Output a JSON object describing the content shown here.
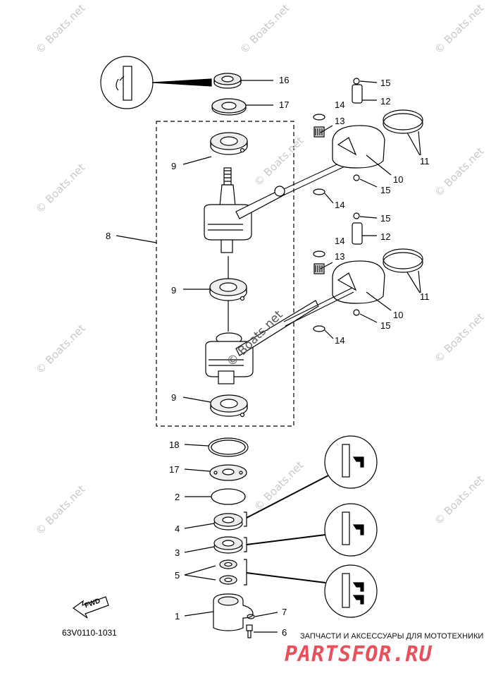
{
  "diagram": {
    "part_code": "63V0110-1031",
    "fwd_label": "FWD",
    "watermark_text": "© Boats.net",
    "center_watermark": "© Boats.net",
    "callouts": {
      "c16": "16",
      "c17a": "17",
      "c9a": "9",
      "c8": "8",
      "c15a": "15",
      "c12a": "12",
      "c14a": "14",
      "c13a": "13",
      "c11a": "11",
      "c10a": "10",
      "c15b": "15",
      "c14b": "14",
      "c15c": "15",
      "c12b": "12",
      "c14c": "14",
      "c13b": "13",
      "c11b": "11",
      "c9b": "9",
      "c10b": "10",
      "c15d": "15",
      "c14d": "14",
      "c9c": "9",
      "c18": "18",
      "c17b": "17",
      "c2": "2",
      "c4": "4",
      "c3": "3",
      "c5": "5",
      "c1": "1",
      "c7": "7",
      "c6": "6"
    }
  },
  "brand": {
    "subtitle": "ЗАПЧАСТИ И АКСЕССУАРЫ ДЛЯ МОТОТЕХНИКИ",
    "name": "PARTSFOR.RU",
    "color": "#e8505b"
  }
}
